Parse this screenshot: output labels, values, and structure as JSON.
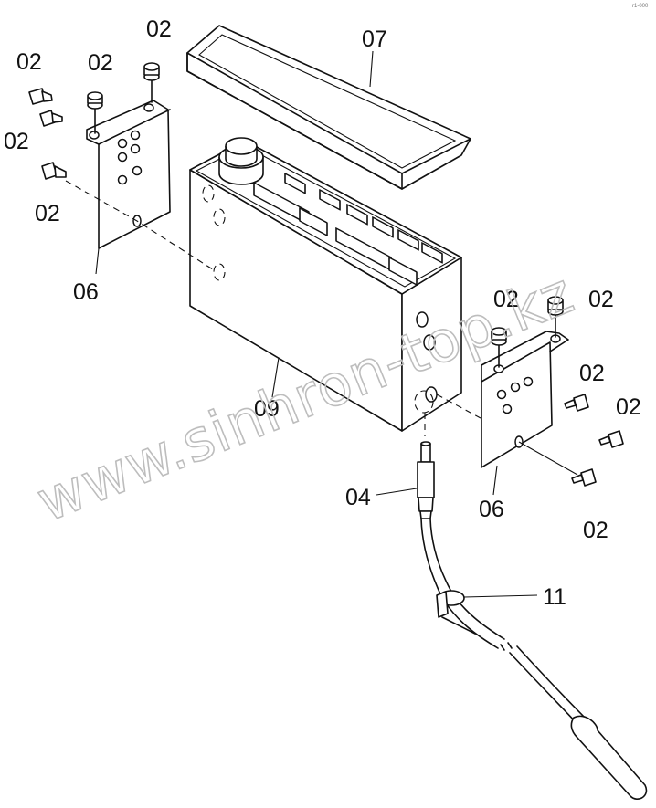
{
  "watermark": "www.sinhron-top.kz",
  "corner_mark": "r1-000",
  "labels": {
    "bolt_top_center": "02",
    "bolt_top_left_a": "02",
    "bolt_top_left_b": "02",
    "bolt_left_lower_a": "02",
    "bolt_left_lower_b": "02",
    "bracket_left": "06",
    "cover": "07",
    "housing": "09",
    "bolt_right_top_a": "02",
    "bolt_right_top_b": "02",
    "bolt_right_mid": "02",
    "bolt_right_lower": "02",
    "bolt_right_bottom": "02",
    "bracket_right": "06",
    "sensor": "04",
    "clamp": "11"
  }
}
